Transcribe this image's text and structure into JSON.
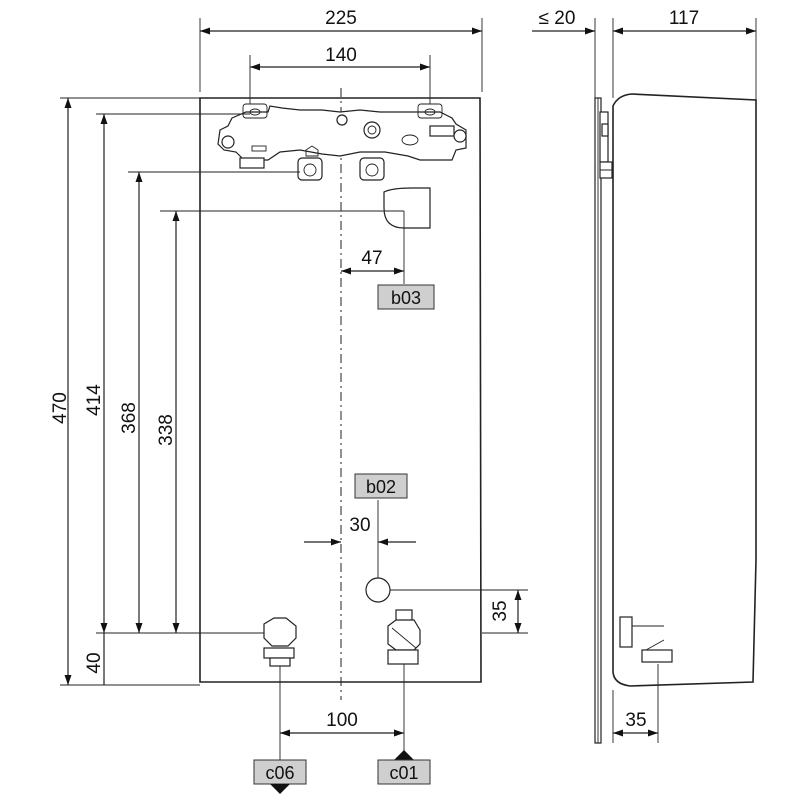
{
  "drawing": {
    "front_view": {
      "dimensions": {
        "width": "225",
        "bracket_hole_spacing": "140",
        "height": "470",
        "bracket_height": "414",
        "hole_height": "368",
        "b03_height": "338",
        "bottom_offset": "40",
        "b03_offset": "47",
        "b02_offset": "30",
        "b02_height": "35",
        "connection_spacing": "100"
      },
      "connections": {
        "b03": "b03",
        "b02": "b02",
        "c06": "c06",
        "c01": "c01"
      }
    },
    "side_view": {
      "dimensions": {
        "wall_gap": "≤ 20",
        "depth": "117",
        "connection_offset": "35"
      }
    },
    "colors": {
      "tag_fill": "#cfcfcf",
      "line": "#222222"
    }
  }
}
